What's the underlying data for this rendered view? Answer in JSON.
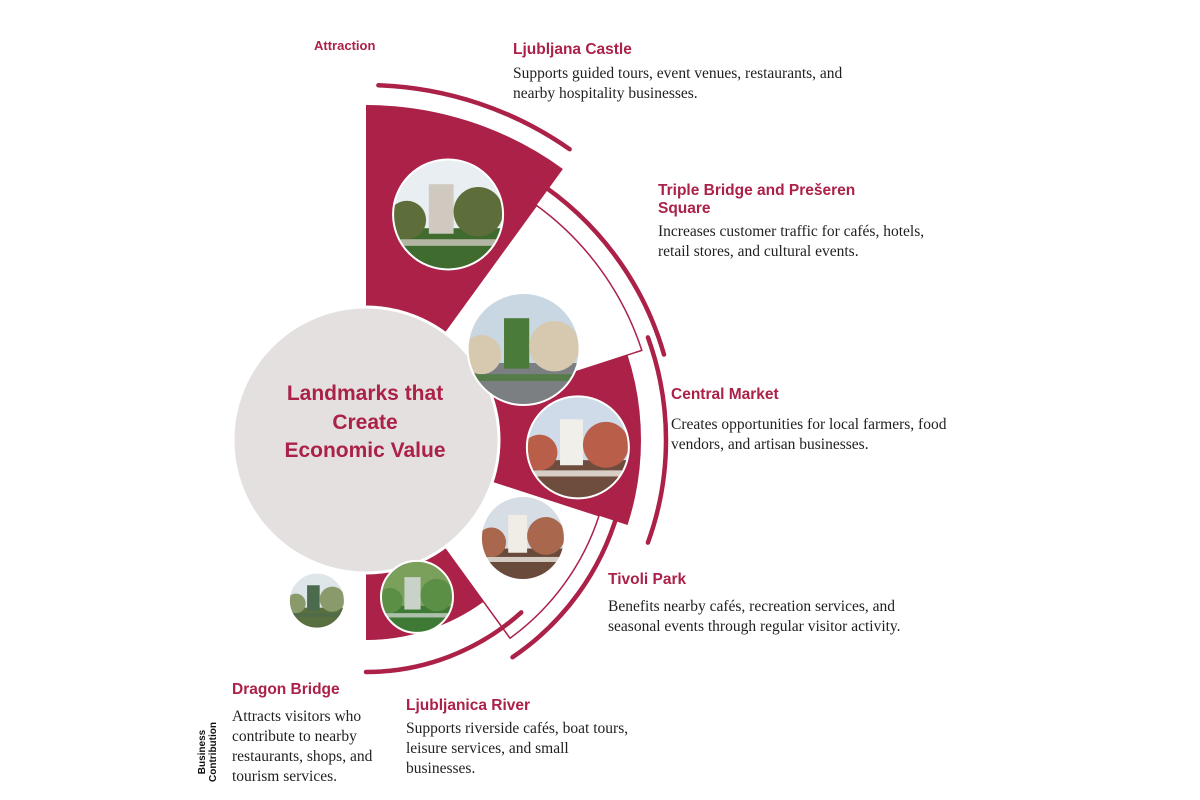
{
  "colors": {
    "accent": "#ab2148",
    "center_fill": "#e3e0df",
    "text": "#1f1f1f"
  },
  "diagram": {
    "center_title": "Landmarks that Create Economic Value",
    "attraction_label": "Attraction",
    "business_contribution_label": "Business Contribution",
    "landmarks": [
      {
        "name": "Ljubljana Castle",
        "description": "Supports guided tours, event venues, restaurants, and nearby hospitality businesses.",
        "photo": "castle-tower-photo",
        "fill": "accent"
      },
      {
        "name": "Triple Bridge and Prešeren Square",
        "description": "Increases customer traffic for cafés, hotels, retail stores, and cultural events.",
        "photo": "bridge-square-photo",
        "fill": "white"
      },
      {
        "name": "Central Market",
        "description": "Creates opportunities for local farmers, food vendors, and artisan businesses.",
        "photo": "market-stalls-photo",
        "fill": "accent"
      },
      {
        "name": "Tivoli Park",
        "description": "Benefits nearby cafés, recreation services, and seasonal events through regular visitor activity.",
        "photo": "park-crowd-photo",
        "fill": "white"
      },
      {
        "name": "Ljubljanica River",
        "description": "Supports riverside cafés, boat tours, leisure services, and small businesses.",
        "photo": "river-photo",
        "fill": "accent"
      },
      {
        "name": "Dragon Bridge",
        "description": "Attracts visitors who contribute to nearby restaurants, shops, and tourism services.",
        "photo": "dragon-statue-photo",
        "fill": "white"
      }
    ]
  }
}
